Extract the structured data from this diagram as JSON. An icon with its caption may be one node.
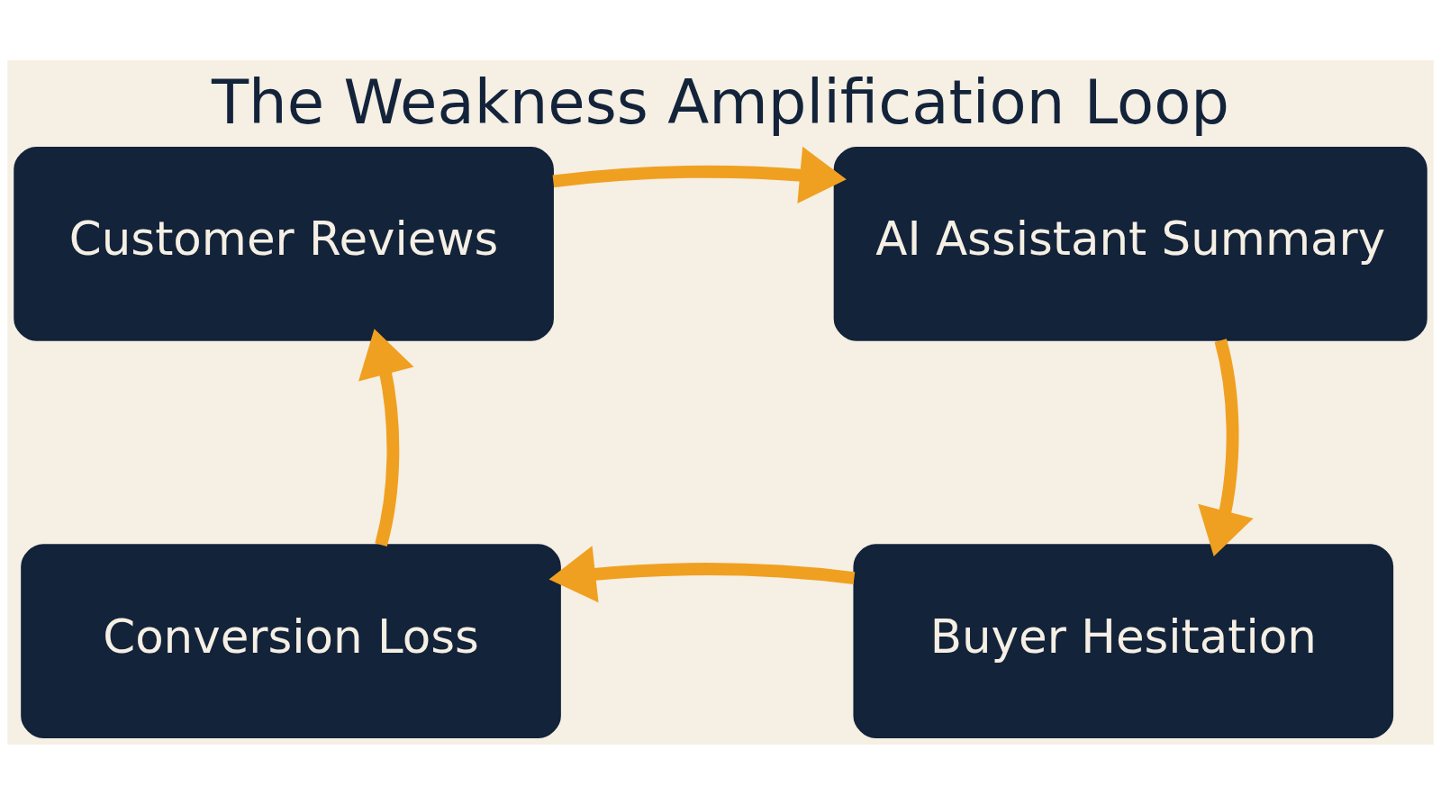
{
  "diagram": {
    "title": "The Weakness Amplification Loop",
    "nodes": [
      {
        "text": [
          "Customer Reviews"
        ]
      },
      {
        "text": [
          "AI Assistant Summary"
        ]
      },
      {
        "text": [
          "Buyer Hesitation"
        ]
      },
      {
        "text": [
          "Conversion Loss"
        ]
      }
    ],
    "edges": [
      {
        "from": 0,
        "to": 1,
        "arrow": "to"
      },
      {
        "from": 1,
        "to": 2,
        "arrow": "to"
      },
      {
        "from": 2,
        "to": 3,
        "arrow": "to"
      },
      {
        "from": 3,
        "to": 0,
        "arrow": "to"
      }
    ]
  }
}
